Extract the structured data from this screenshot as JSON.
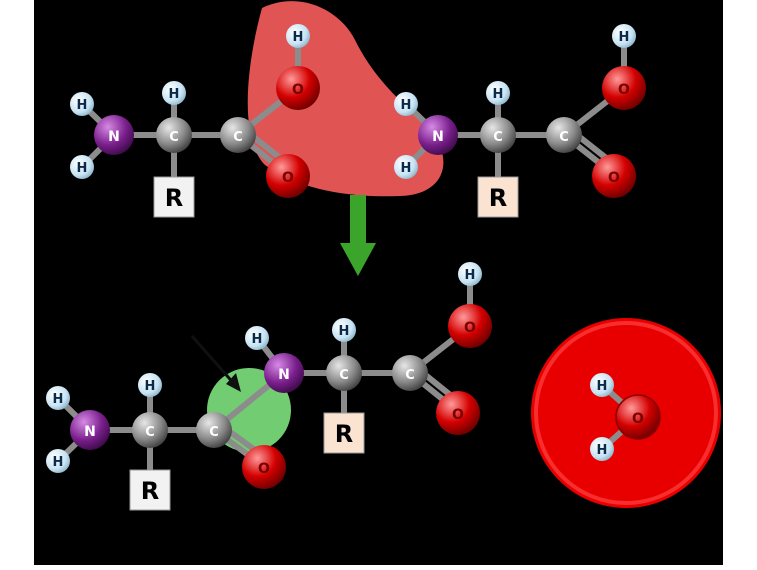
{
  "labels": {
    "hydrogen": "H",
    "nitrogen": "N",
    "carbon": "C",
    "oxygen": "O",
    "r_group": "R"
  },
  "colors": {
    "background": "#000000",
    "hydrogen": "#cfe8f5",
    "nitrogen": "#7a1f8c",
    "carbon": "#8a8a8a",
    "oxygen": "#d40000",
    "r_box_white": "#f2f2f2",
    "r_box_peach": "#fbe3d2",
    "water_removed_highlight": "#ff6060",
    "peptide_bond_highlight": "#7ee37e",
    "arrow": "#3aa52a"
  },
  "icons": {
    "reaction_arrow": "down-arrow-icon",
    "bond_pointer": "pointer-arrow-icon"
  }
}
